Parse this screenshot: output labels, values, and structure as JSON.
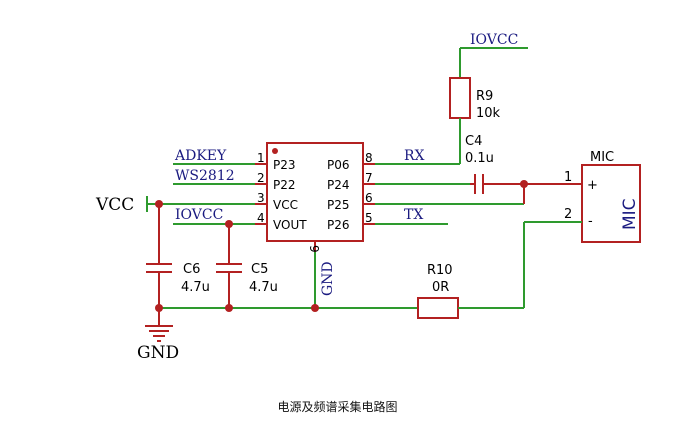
{
  "nets": {
    "iovcc_top": "IOVCC",
    "adkey": "ADKEY",
    "ws2812": "WS2812",
    "vcc": "VCC",
    "iovcc_left": "IOVCC",
    "rx": "RX",
    "tx": "TX",
    "gnd_pin": "GND",
    "gnd": "GND"
  },
  "ic": {
    "left_pins": [
      {
        "num": "1",
        "name": "P23"
      },
      {
        "num": "2",
        "name": "P22"
      },
      {
        "num": "3",
        "name": "VCC"
      },
      {
        "num": "4",
        "name": "VOUT"
      }
    ],
    "right_pins": [
      {
        "num": "8",
        "name": "P06"
      },
      {
        "num": "7",
        "name": "P24"
      },
      {
        "num": "6",
        "name": "P25"
      },
      {
        "num": "5",
        "name": "P26"
      }
    ],
    "bottom_pin": "9"
  },
  "components": {
    "r9": {
      "ref": "R9",
      "value": "10k"
    },
    "c4": {
      "ref": "C4",
      "value": "0.1u"
    },
    "c6": {
      "ref": "C6",
      "value": "4.7u"
    },
    "c5": {
      "ref": "C5",
      "value": "4.7u"
    },
    "r10": {
      "ref": "R10",
      "value": "0R"
    },
    "mic": {
      "ref": "MIC",
      "label": "MIC",
      "pin1": "1",
      "pin2": "2",
      "plus": "+",
      "minus": "-"
    }
  },
  "caption": "电源及频谱采集电路图"
}
